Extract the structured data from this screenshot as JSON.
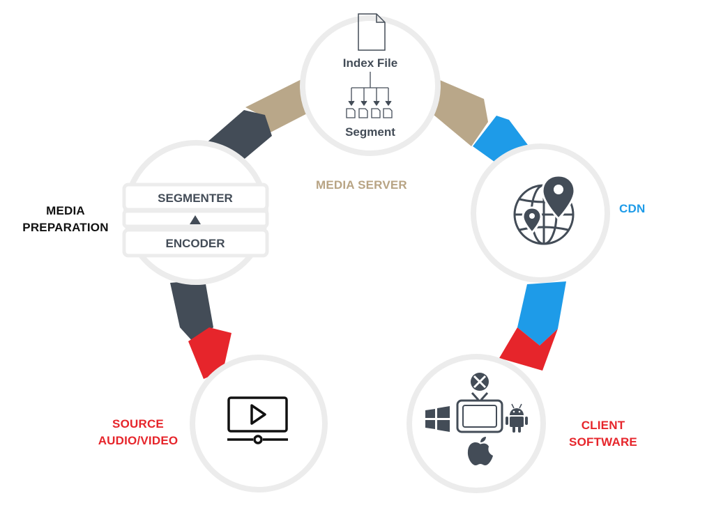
{
  "nodes": {
    "media_server": {
      "index_file_label": "Index File",
      "segment_label": "Segment",
      "caption": "MEDIA SERVER"
    },
    "cdn": {
      "caption": "CDN"
    },
    "client_software": {
      "caption_line1": "CLIENT",
      "caption_line2": "SOFTWARE"
    },
    "source": {
      "caption_line1": "SOURCE",
      "caption_line2": "AUDIO/VIDEO"
    },
    "media_preparation": {
      "caption_line1": "MEDIA",
      "caption_line2": "PREPARATION",
      "segmenter_label": "SEGMENTER",
      "encoder_label": "ENCODER"
    }
  },
  "colors": {
    "dark_slate": "#434c57",
    "tan": "#b9a789",
    "blue": "#1e9be8",
    "red": "#e6252b",
    "circle_ring": "#ececec",
    "icon": "#434c57"
  },
  "icons": [
    "document-icon",
    "segment-files-icon",
    "globe-pin-icon",
    "play-video-icon",
    "windows-icon",
    "tv-icon",
    "xbox-icon",
    "android-icon",
    "apple-icon",
    "triangle-up-icon"
  ]
}
